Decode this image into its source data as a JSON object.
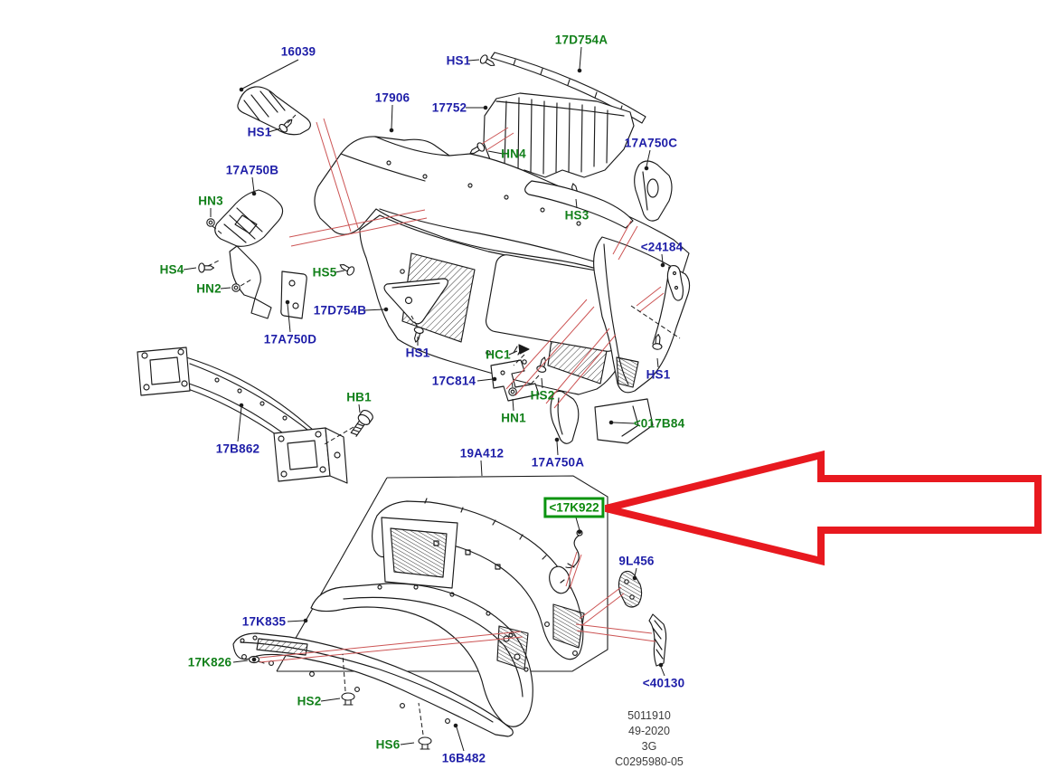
{
  "document": {
    "type": "exploded-parts-diagram",
    "subject": "rear bumper assembly"
  },
  "colors": {
    "part_number_blue": "#1e1ea8",
    "hardware_ref_green": "#12801a",
    "highlight_box_green": "#0b9410",
    "arrow_red": "#e8191f",
    "leader_line_red": "#cc5454",
    "line_art_black": "#1a1a1a",
    "footer_gray": "#3c3c3c"
  },
  "highlight": {
    "label": "<17K922"
  },
  "labels": [
    {
      "text": "16039",
      "kind": "part-number"
    },
    {
      "text": "HS1",
      "kind": "part-number"
    },
    {
      "text": "17906",
      "kind": "part-number"
    },
    {
      "text": "17752",
      "kind": "part-number"
    },
    {
      "text": "17D754A",
      "kind": "hardware-ref"
    },
    {
      "text": "HS1",
      "kind": "part-number"
    },
    {
      "text": "HN4",
      "kind": "hardware-ref"
    },
    {
      "text": "17A750C",
      "kind": "part-number"
    },
    {
      "text": "HS3",
      "kind": "hardware-ref"
    },
    {
      "text": "17A750B",
      "kind": "part-number"
    },
    {
      "text": "HN3",
      "kind": "hardware-ref"
    },
    {
      "text": "HS4",
      "kind": "hardware-ref"
    },
    {
      "text": "HN2",
      "kind": "hardware-ref"
    },
    {
      "text": "HS5",
      "kind": "hardware-ref"
    },
    {
      "text": "17D754B",
      "kind": "part-number"
    },
    {
      "text": "17A750D",
      "kind": "part-number"
    },
    {
      "text": "HS1",
      "kind": "part-number"
    },
    {
      "text": "<24184",
      "kind": "part-number"
    },
    {
      "text": "HS1",
      "kind": "part-number"
    },
    {
      "text": "HC1",
      "kind": "hardware-ref"
    },
    {
      "text": "17C814",
      "kind": "part-number"
    },
    {
      "text": "HS2",
      "kind": "hardware-ref"
    },
    {
      "text": "HN1",
      "kind": "hardware-ref"
    },
    {
      "text": "<017B84",
      "kind": "hardware-ref"
    },
    {
      "text": "HB1",
      "kind": "hardware-ref"
    },
    {
      "text": "17B862",
      "kind": "part-number"
    },
    {
      "text": "19A412",
      "kind": "part-number"
    },
    {
      "text": "17A750A",
      "kind": "part-number"
    },
    {
      "text": "9L456",
      "kind": "part-number"
    },
    {
      "text": "17K835",
      "kind": "part-number"
    },
    {
      "text": "17K826",
      "kind": "hardware-ref"
    },
    {
      "text": "HS2",
      "kind": "hardware-ref"
    },
    {
      "text": "HS6",
      "kind": "hardware-ref"
    },
    {
      "text": "16B482",
      "kind": "part-number"
    },
    {
      "text": "<40130",
      "kind": "part-number"
    }
  ],
  "footer": {
    "lines": [
      "5011910",
      "49-2020",
      "3G",
      "C0295980-05"
    ]
  }
}
